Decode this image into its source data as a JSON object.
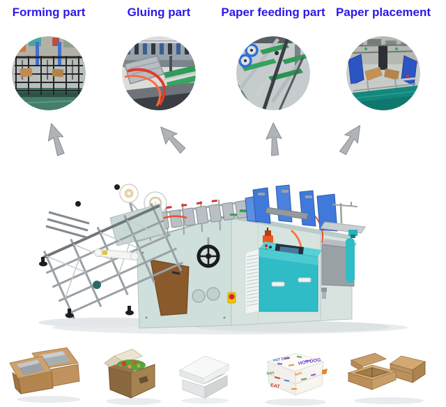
{
  "page": {
    "background_color": "#ffffff"
  },
  "parts_header": {
    "label_color": "#2b18e8",
    "items": [
      {
        "label": "Forming part",
        "photo": "forming-part-photo",
        "arrow": "up-arrow-icon",
        "arrow_direction": "up-slight-left"
      },
      {
        "label": "Gluing part",
        "photo": "gluing-part-photo",
        "arrow": "up-arrow-icon",
        "arrow_direction": "up-left"
      },
      {
        "label": "Paper feeding part",
        "photo": "paper-feeding-part-photo",
        "arrow": "up-arrow-icon",
        "arrow_direction": "up"
      },
      {
        "label": "Paper placement",
        "photo": "paper-placement-photo",
        "arrow": "up-arrow-icon",
        "arrow_direction": "up-right"
      }
    ]
  },
  "machine_photo": {
    "name": "carton-erecting-machine-photo",
    "body_color": "#cfdfdb",
    "cabinet_color": "#2fbcc6",
    "paper_sheets_color": "#3f79da",
    "kraft_door_color": "#8a5a2c"
  },
  "product_photos": [
    {
      "name": "kraft-window-boxes"
    },
    {
      "name": "kraft-takeout-box-with-food"
    },
    {
      "name": "white-clamshell-box"
    },
    {
      "name": "printed-burger-box",
      "visible_words": [
        "HOT DOG",
        "EAT",
        "box"
      ]
    },
    {
      "name": "kraft-burger-boxes"
    }
  ]
}
